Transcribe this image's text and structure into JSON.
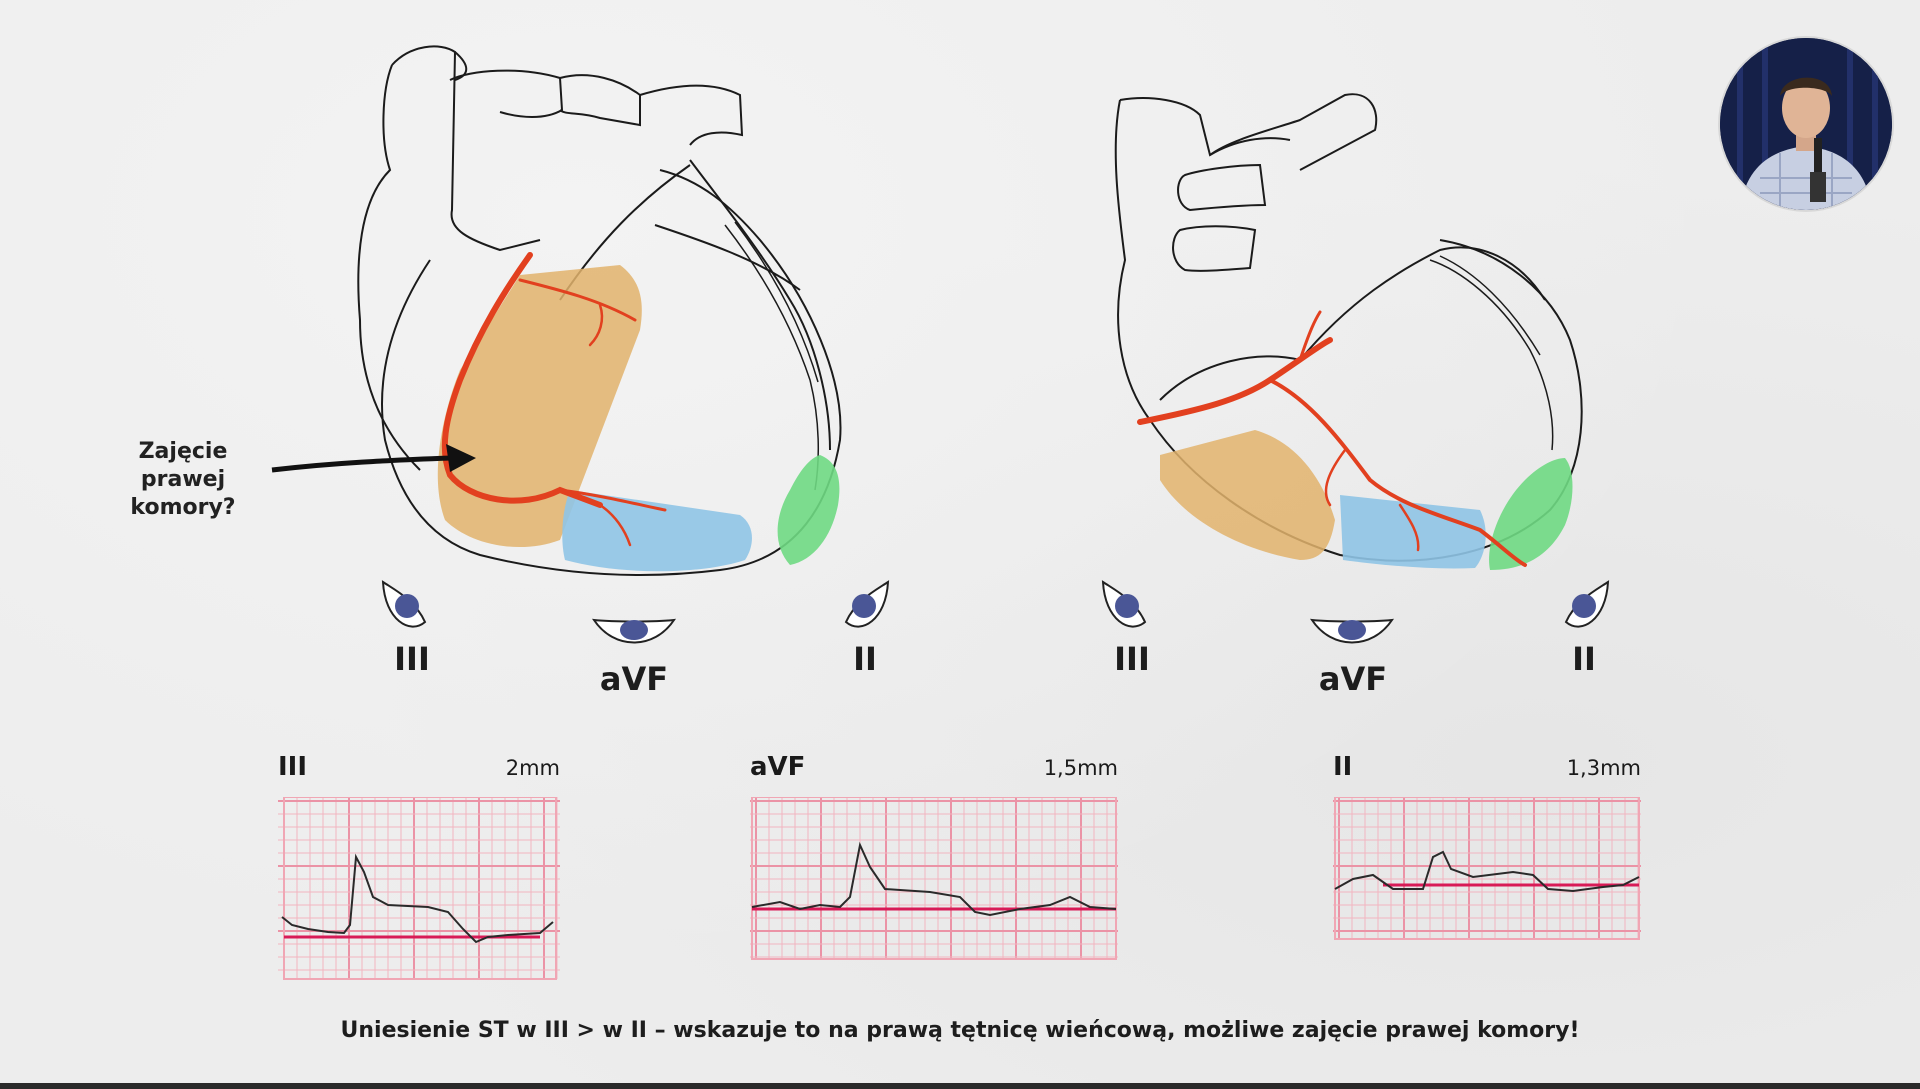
{
  "annotation": {
    "line1": "Zajęcie prawej",
    "line2": "komory?"
  },
  "left_heart": {
    "leads": [
      "III",
      "aVF",
      "II"
    ]
  },
  "right_heart": {
    "leads": [
      "III",
      "aVF",
      "II"
    ]
  },
  "ecg": [
    {
      "lead": "III",
      "elevation": "2mm"
    },
    {
      "lead": "aVF",
      "elevation": "1,5mm"
    },
    {
      "lead": "II",
      "elevation": "1,3mm"
    }
  ],
  "caption": "Uniesienie ST w III > w II – wskazuje to na prawą tętnicę wieńcową, możliwe zajęcie prawej komory!",
  "colors": {
    "right_ventricle": "#e2b36c",
    "inferior_wall": "#8fc4e6",
    "apex": "#6fd983",
    "artery": "#e2401f",
    "ecg_grid": "#f0a6b4",
    "baseline": "#d81b57"
  },
  "presenter_icon": "presenter-avatar"
}
